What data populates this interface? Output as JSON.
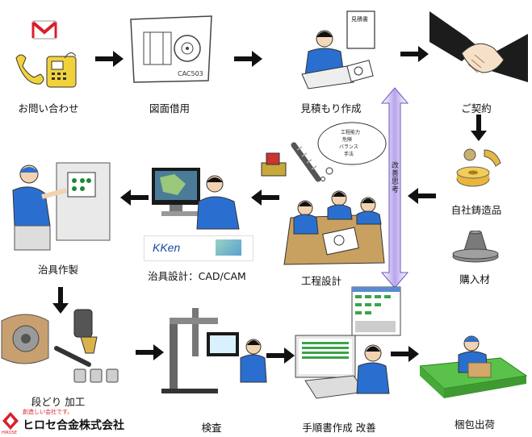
{
  "steps": {
    "inquiry": "お問い合わせ",
    "drawing_loan": "図面借用",
    "estimate": "見積もり作成",
    "contract": "ご契約",
    "in_house_casting": "自社鋳造品",
    "purchased_material": "購入材",
    "process_design": "工程設計",
    "jig_design": "治具設計：CAD/CAM",
    "jig_making": "治具作製",
    "setup_machining": "段どり 加工",
    "inspection": "検査",
    "manual_improvement": "手順書作成 改善",
    "packing_shipping": "梱包出荷"
  },
  "annotations": {
    "drawing_code": "CAC503",
    "estimate_doc": "見積書",
    "improvement_vertical": "改善思考",
    "thought_lines": [
      "工程能力",
      "危険",
      "バランス",
      "手法"
    ]
  },
  "software_logo": "KKen",
  "company": {
    "tagline": "創造しい会社です。",
    "name": "ヒロセ合金株式会社",
    "brand_small": "HIROSE"
  },
  "colors": {
    "arrow": "#111111",
    "improve_arrow": "#c9b8f0",
    "worker_blue": "#2a6fd0",
    "phone": "#f2d23a",
    "mail_red": "#d8202a"
  }
}
